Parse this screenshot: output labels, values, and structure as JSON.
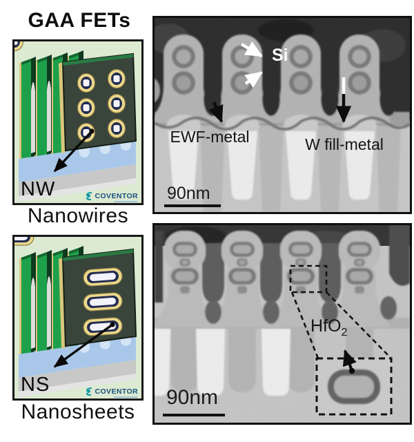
{
  "figure": {
    "title": "GAA FETs",
    "schematics": {
      "nanowires": {
        "caption": "Nanowires",
        "feature_label": "NW",
        "logo": "COVENTOR"
      },
      "nanosheets": {
        "caption": "Nanosheets",
        "feature_label": "NS",
        "logo": "COVENTOR"
      }
    },
    "tem_nanowires": {
      "si_label": "Si",
      "ewf_metal_label": "EWF-metal",
      "w_fill_metal_label": "W fill-metal",
      "scale_bar_label": "90nm"
    },
    "tem_nanosheets": {
      "hfo2_label_base": "HfO",
      "hfo2_label_subscript": "2",
      "scale_bar_label": "90nm"
    },
    "colors": {
      "schematic_panel_bg": "#dcead2",
      "logo_teal": "#1899a6",
      "logo_navy": "#174f7c",
      "fin_green": "#1ea04b",
      "gold_trim": "#d8c77c",
      "substrate_blue": "#a9c8e9",
      "gate_dark_panel": "#39443b"
    }
  }
}
